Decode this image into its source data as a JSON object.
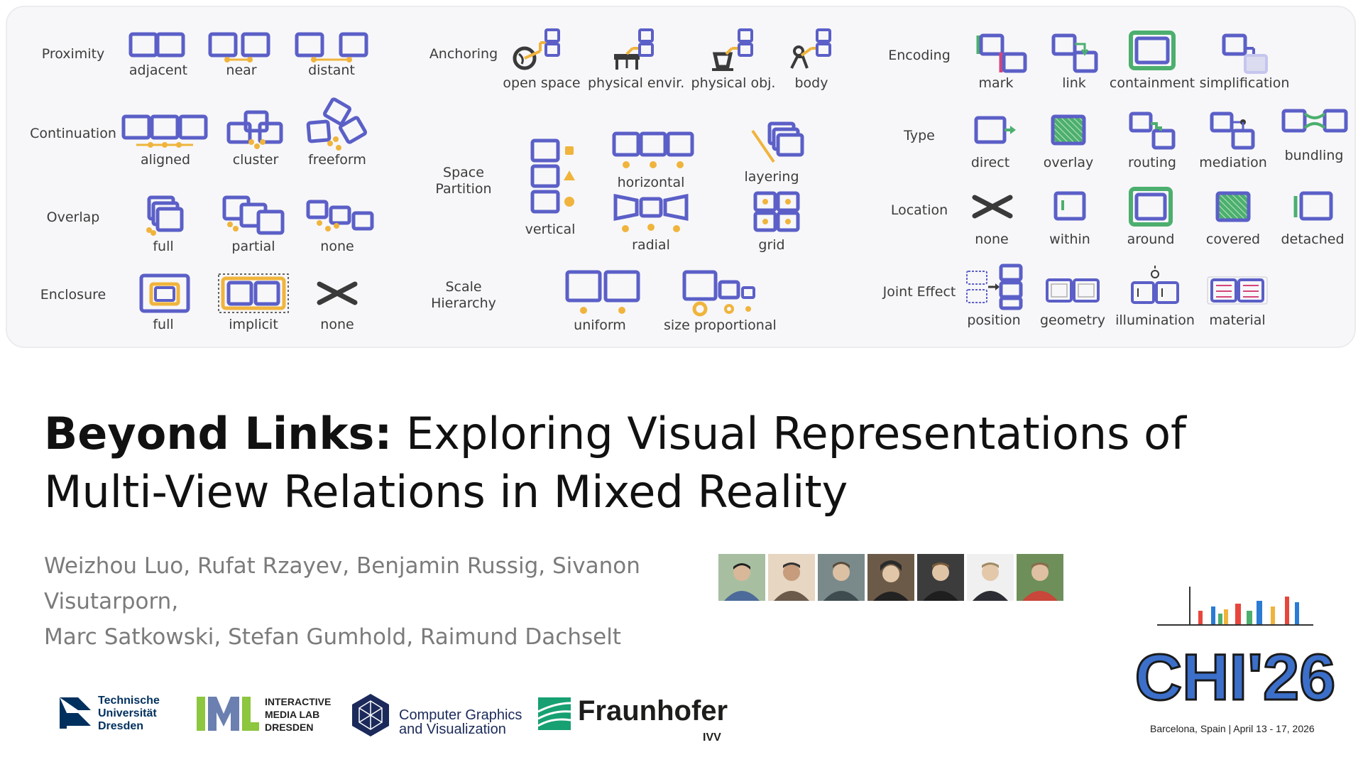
{
  "taxonomy": {
    "proximity": {
      "label": "Proximity",
      "items": [
        "adjacent",
        "near",
        "distant"
      ]
    },
    "continuation": {
      "label": "Continuation",
      "items": [
        "aligned",
        "cluster",
        "freeform"
      ]
    },
    "overlap": {
      "label": "Overlap",
      "items": [
        "full",
        "partial",
        "none"
      ]
    },
    "enclosure": {
      "label": "Enclosure",
      "items": [
        "full",
        "implicit",
        "none"
      ]
    },
    "anchoring": {
      "label": "Anchoring",
      "items": [
        "open space",
        "physical envir.",
        "physical obj.",
        "body"
      ]
    },
    "space_partition": {
      "label": "Space\nPartition",
      "items": [
        "vertical",
        "horizontal",
        "radial",
        "layering",
        "grid"
      ]
    },
    "scale_hierarchy": {
      "label": "Scale\nHierarchy",
      "items": [
        "uniform",
        "size proportional"
      ]
    },
    "encoding": {
      "label": "Encoding",
      "items": [
        "mark",
        "link",
        "containment",
        "simplification"
      ]
    },
    "type": {
      "label": "Type",
      "items": [
        "direct",
        "overlay",
        "routing",
        "mediation",
        "bundling"
      ]
    },
    "location": {
      "label": "Location",
      "items": [
        "none",
        "within",
        "around",
        "covered",
        "detached"
      ]
    },
    "joint_effect": {
      "label": "Joint Effect",
      "items": [
        "position",
        "geometry",
        "illumination",
        "material"
      ]
    }
  },
  "title": {
    "bold": "Beyond Links:",
    "line1_rest": " Exploring Visual Representations of",
    "line2": "Multi-View Relations in Mixed Reality"
  },
  "authors": {
    "line1": "Weizhou Luo, Rufat Rzayev, Benjamin Russig, Sivanon Visutarporn,",
    "line2": "Marc Satkowski, Stefan Gumhold, Raimund Dachselt"
  },
  "logos": {
    "tud": [
      "Technische",
      "Universität",
      "Dresden"
    ],
    "iml": [
      "INTERACTIVE",
      "MEDIA LAB",
      "DRESDEN"
    ],
    "cgv": [
      "Computer Graphics",
      "and Visualization"
    ],
    "fraunhofer": {
      "name": "Fraunhofer",
      "sub": "IVV"
    }
  },
  "conference": {
    "name": "CHI'26",
    "info": "Barcelona, Spain | April 13 - 17, 2026"
  },
  "colors": {
    "accent": "#5b5fc7",
    "orange": "#f0b43c",
    "green": "#4caf6e",
    "pink": "#d6457a",
    "dark": "#3a3a3a"
  }
}
